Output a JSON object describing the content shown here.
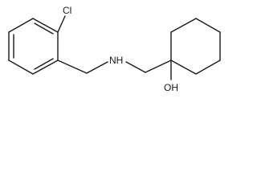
{
  "diagram": {
    "type": "chemical-structure",
    "atom_labels": {
      "chlorine": "Cl",
      "amine": "NH",
      "hydroxyl": "OH"
    },
    "colors": {
      "bond": "#1a1a1a",
      "label": "#1a1a1a",
      "background": "#ffffff"
    }
  }
}
